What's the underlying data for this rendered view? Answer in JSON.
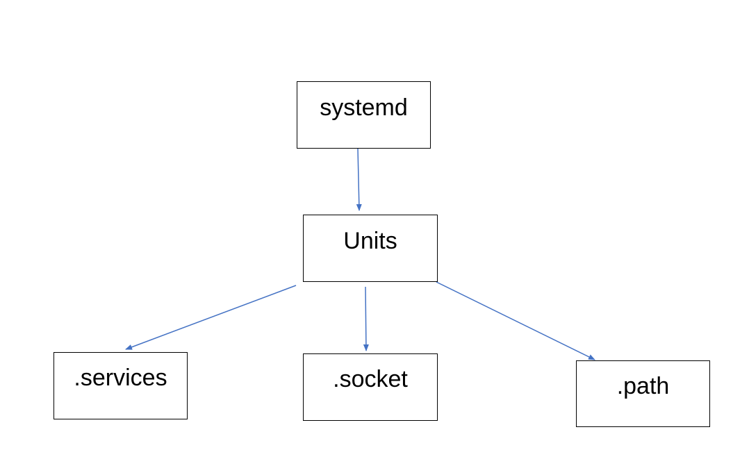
{
  "colors": {
    "edge": "#4472C4",
    "box_border": "#000000",
    "text": "#000000",
    "background": "#ffffff"
  },
  "nodes": {
    "systemd": "systemd",
    "units": "Units",
    "services": ".services",
    "socket": ".socket",
    "path": ".path"
  },
  "edges": [
    {
      "from": "systemd",
      "to": "units"
    },
    {
      "from": "units",
      "to": "services"
    },
    {
      "from": "units",
      "to": "socket"
    },
    {
      "from": "units",
      "to": "path"
    }
  ]
}
